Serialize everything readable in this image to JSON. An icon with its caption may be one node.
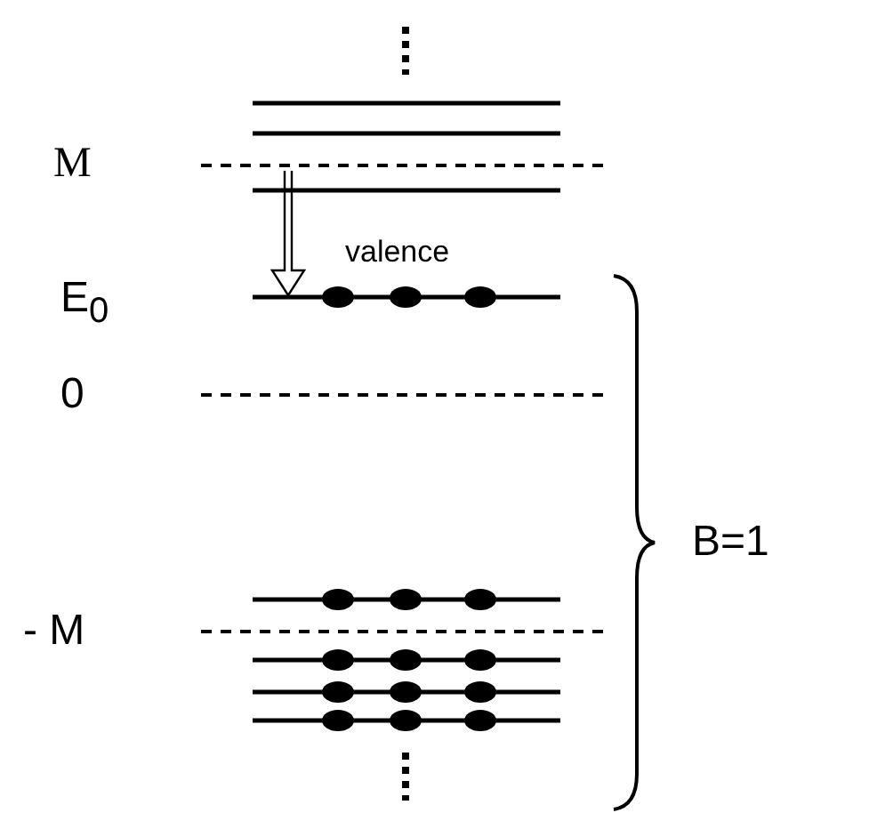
{
  "diagram": {
    "labels": [
      "M",
      "valence",
      "E$_{0}$",
      "0",
      "B=1",
      "- M"
    ]
  }
}
